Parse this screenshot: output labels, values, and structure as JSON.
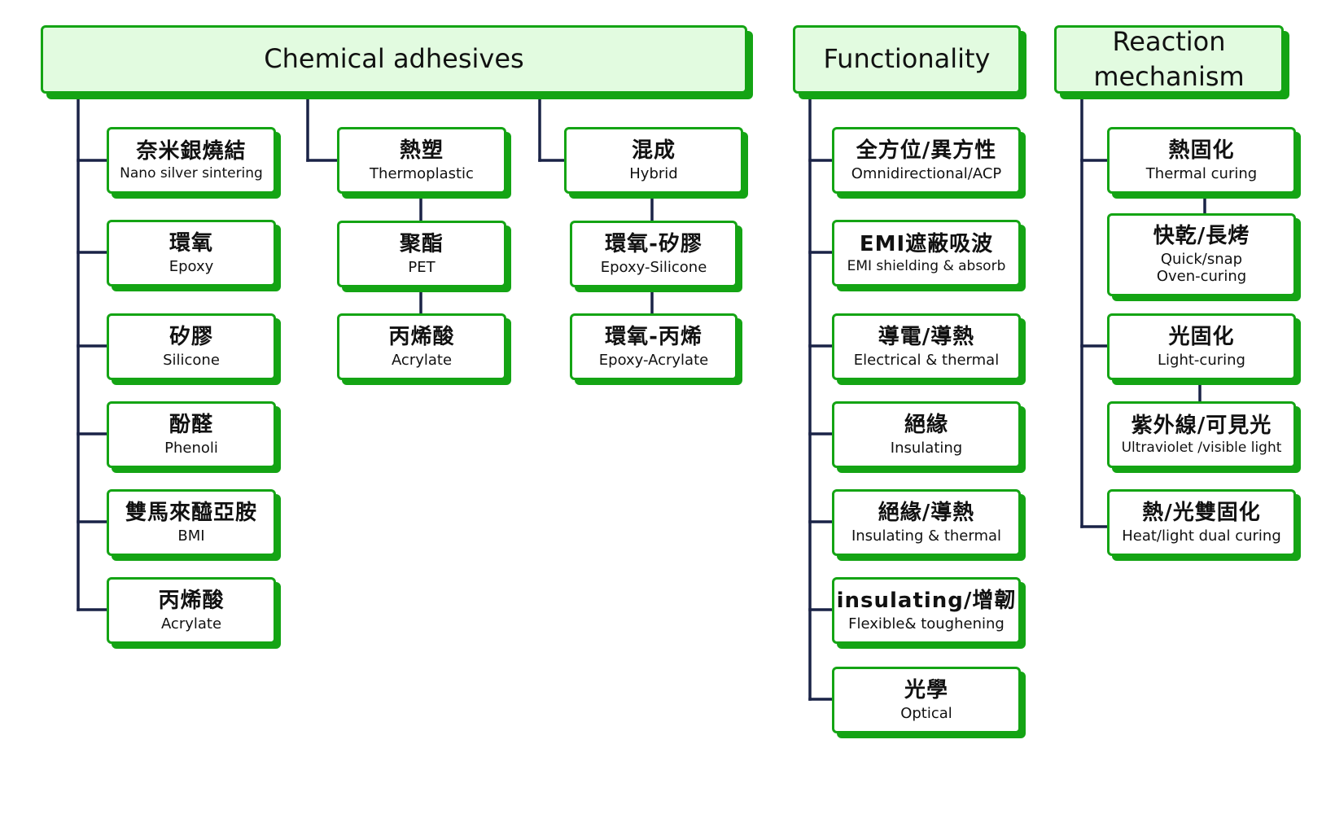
{
  "headers": {
    "chemical": "Chemical adhesives",
    "functionality": "Functionality",
    "reaction_line1": "Reaction",
    "reaction_line2": "mechanism"
  },
  "chemical": {
    "main_list": [
      {
        "zh": "奈米銀燒結",
        "en": "Nano silver sintering"
      },
      {
        "zh": "環氧",
        "en": "Epoxy"
      },
      {
        "zh": "矽膠",
        "en": "Silicone"
      },
      {
        "zh": "酚醛",
        "en": "Phenoli"
      },
      {
        "zh": "雙馬來醯亞胺",
        "en": "BMI"
      },
      {
        "zh": "丙烯酸",
        "en": "Acrylate"
      }
    ],
    "thermoplastic": [
      {
        "zh": "熱塑",
        "en": "Thermoplastic"
      },
      {
        "zh": "聚酯",
        "en": "PET"
      },
      {
        "zh": "丙烯酸",
        "en": "Acrylate"
      }
    ],
    "hybrid": [
      {
        "zh": "混成",
        "en": "Hybrid"
      },
      {
        "zh": "環氧-矽膠",
        "en": "Epoxy-Silicone"
      },
      {
        "zh": "環氧-丙烯",
        "en": "Epoxy-Acrylate"
      }
    ]
  },
  "functionality": [
    {
      "zh": "全方位/異方性",
      "en": "Omnidirectional/ACP"
    },
    {
      "zh": "EMI遮蔽吸波",
      "en": "EMI shielding & absorb"
    },
    {
      "zh": "導電/導熱",
      "en": "Electrical & thermal"
    },
    {
      "zh": "絕緣",
      "en": "Insulating"
    },
    {
      "zh": "絕緣/導熱",
      "en": "Insulating & thermal"
    },
    {
      "zh": "insulating/增韌",
      "en": "Flexible& toughening"
    },
    {
      "zh": "光學",
      "en": "Optical"
    }
  ],
  "reaction": [
    {
      "zh": "熱固化",
      "en": "Thermal curing",
      "en2": ""
    },
    {
      "zh": "快乾/長烤",
      "en": "Quick/snap",
      "en2": "Oven-curing"
    },
    {
      "zh": "光固化",
      "en": "Light-curing",
      "en2": ""
    },
    {
      "zh": "紫外線/可見光",
      "en": "Ultraviolet /visible light",
      "en2": ""
    },
    {
      "zh": "熱/光雙固化",
      "en": "Heat/light dual curing",
      "en2": ""
    }
  ],
  "colors": {
    "node_border": "#14a414",
    "header_fill": "#e2fbe0",
    "connector": "#1a2347"
  }
}
